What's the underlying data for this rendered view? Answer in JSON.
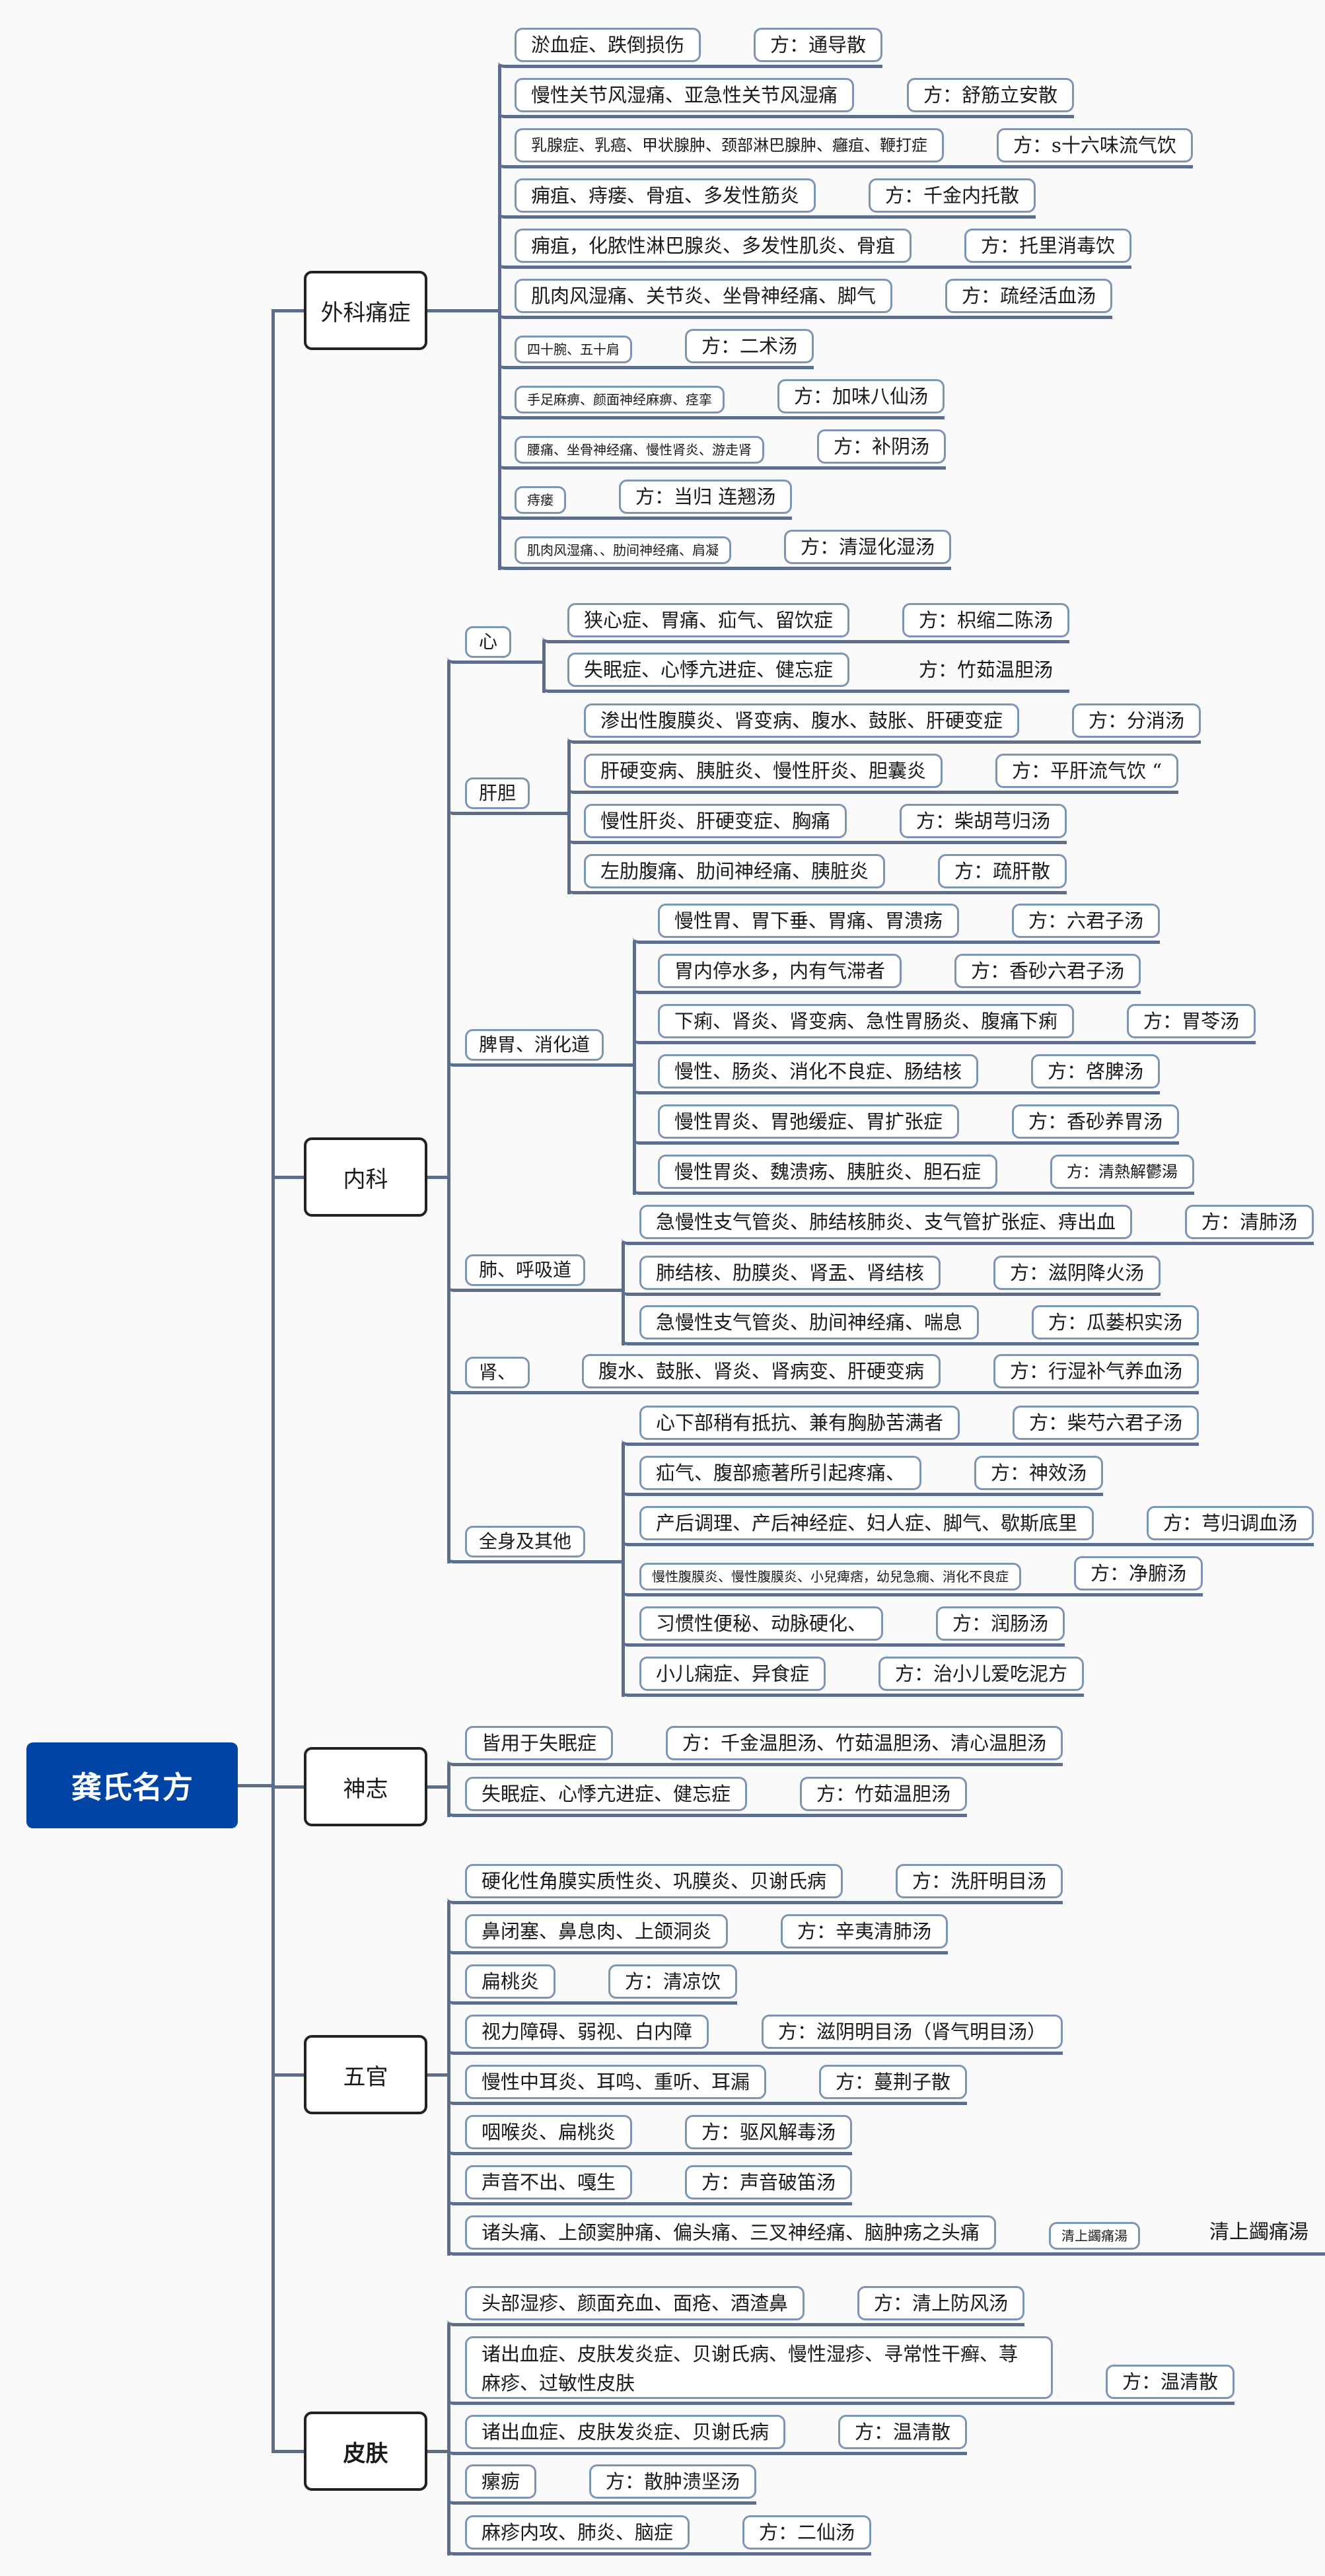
{
  "root": {
    "title": "龚氏名方"
  },
  "colors": {
    "root_bg": "#0044a5",
    "line": "#5d6d8e",
    "node_border": "#7d95b5"
  },
  "categories": [
    {
      "name": "外科痛症",
      "rows": [
        {
          "s": "淤血症、跌倒损伤",
          "f": "方：通导散"
        },
        {
          "s": "慢性关节风湿痛、亚急性关节风湿痛",
          "f": "方：舒筋立安散"
        },
        {
          "s": "乳腺症、乳癌、甲状腺肿、颈部淋巴腺肿、癰疽、鞭打症",
          "f": "方：s十六味流气饮"
        },
        {
          "s": "痈疽、痔瘘、骨疽、多发性筋炎",
          "f": "方：千金内托散"
        },
        {
          "s": "痈疽，化脓性淋巴腺炎、多发性肌炎、骨疽",
          "f": "方：托里消毒饮"
        },
        {
          "s": "肌肉风湿痛、关节炎、坐骨神经痛、脚气",
          "f": "方：疏经活血汤"
        },
        {
          "s": "四十腕、五十肩",
          "f": "方：二术汤"
        },
        {
          "s": "手足麻痹、颜面神经麻痹、痉挛",
          "f": "方：加味八仙汤"
        },
        {
          "s": "腰痛、坐骨神经痛、慢性肾炎、游走肾",
          "f": "方：补阴汤"
        },
        {
          "s": "痔瘘",
          "f": "方：当归 连翘汤"
        },
        {
          "s": "肌肉风湿痛、、肋间神经痛、肩凝",
          "f": "方：清湿化湿汤"
        }
      ]
    },
    {
      "name": "内科",
      "subs": [
        {
          "name": "心",
          "rows": [
            {
              "s": "狭心症、胃痛、疝气、留饮症",
              "f": "方：枳缩二陈汤"
            },
            {
              "s": "失眠症、心悸亢进症、健忘症",
              "f": "方：竹茹温胆汤"
            }
          ]
        },
        {
          "name": "肝胆",
          "rows": [
            {
              "s": "渗出性腹膜炎、肾变病、腹水、鼓胀、肝硬变症",
              "f": "方：分消汤"
            },
            {
              "s": "肝硬变病、胰脏炎、慢性肝炎、胆囊炎",
              "f": "方：平肝流气饮 “"
            },
            {
              "s": "慢性肝炎、肝硬变症、胸痛",
              "f": "方：柴胡芎归汤"
            },
            {
              "s": "左肋腹痛、肋间神经痛、胰脏炎",
              "f": "方：疏肝散"
            }
          ]
        },
        {
          "name": "脾胃、消化道",
          "rows": [
            {
              "s": "慢性胃、胃下垂、胃痛、胃溃疡",
              "f": "方：六君子汤"
            },
            {
              "s": "胃内停水多，内有气滞者",
              "f": "方：香砂六君子汤"
            },
            {
              "s": "下痢、肾炎、肾变病、急性胃肠炎、腹痛下痢",
              "f": "方：胃苓汤"
            },
            {
              "s": "慢性、肠炎、消化不良症、肠结核",
              "f": "方：啓脾汤"
            },
            {
              "s": "慢性胃炎、胃弛缓症、胃扩张症",
              "f": "方：香砂养胃汤"
            },
            {
              "s": "慢性胃炎、魏溃疡、胰脏炎、胆石症",
              "f": "方：清熱解鬱湯"
            }
          ]
        },
        {
          "name": "肺、呼吸道",
          "rows": [
            {
              "s": "急慢性支气管炎、肺结核肺炎、支气管扩张症、痔出血",
              "f": "方：清肺汤"
            },
            {
              "s": "肺结核、肋膜炎、肾盂、肾结核",
              "f": "方：滋阴降火汤"
            },
            {
              "s": "急慢性支气管炎、肋间神经痛、喘息",
              "f": "方：瓜蒌枳实汤"
            }
          ]
        },
        {
          "name": "肾、",
          "rows": [
            {
              "s": "腹水、鼓胀、肾炎、肾病变、肝硬变病",
              "f": "方：行湿补气养血汤"
            }
          ]
        },
        {
          "name": "全身及其他",
          "rows": [
            {
              "s": "心下部稍有抵抗、兼有胸胁苦满者",
              "f": "方：柴芍六君子汤"
            },
            {
              "s": "疝气、腹部癒著所引起疼痛、",
              "f": "方：神效汤"
            },
            {
              "s": "产后调理、产后神经症、妇人症、脚气、歇斯底里",
              "f": "方：芎归调血汤"
            },
            {
              "s": "慢性腹膜炎、慢性腹膜炎、小兒痺痞，幼兒急癇、消化不良症",
              "f": "方：净腑汤"
            },
            {
              "s": "习惯性便秘、动脉硬化、",
              "f": "方：润肠汤"
            },
            {
              "s": "小儿痫症、异食症",
              "f": "方：治小儿爱吃泥方"
            }
          ]
        }
      ]
    },
    {
      "name": "神志",
      "rows": [
        {
          "s": "皆用于失眠症",
          "f": "方：千金温胆汤、竹茹温胆汤、清心温胆汤"
        },
        {
          "s": "失眠症、心悸亢进症、健忘症",
          "f": "方：竹茹温胆汤"
        }
      ]
    },
    {
      "name": "五官",
      "rows": [
        {
          "s": "硬化性角膜实质性炎、巩膜炎、贝谢氏病",
          "f": "方：洗肝明目汤"
        },
        {
          "s": "鼻闭塞、鼻息肉、上颌洞炎",
          "f": "方：辛夷清肺汤"
        },
        {
          "s": "扁桃炎",
          "f": "方：清凉饮"
        },
        {
          "s": "视力障碍、弱视、白内障",
          "f": "方：滋阴明目汤（肾气明目汤）"
        },
        {
          "s": "慢性中耳炎、耳鸣、重听、耳漏",
          "f": "方：蔓荆子散"
        },
        {
          "s": "咽喉炎、扁桃炎",
          "f": "方：驱风解毒汤"
        },
        {
          "s": "声音不出、嘎生",
          "f": "方：声音破笛汤"
        },
        {
          "s": "诸头痛、上颌窦肿痛、偏头痛、三叉神经痛、脑肿疡之头痛",
          "f": "清上蠲痛湯",
          "extra": "清上蠲痛湯"
        }
      ]
    },
    {
      "name": "皮肤",
      "rows": [
        {
          "s": "头部湿疹、颜面充血、面疮、酒渣鼻",
          "f": "方：清上防风汤"
        },
        {
          "s": "诸出血症、皮肤发炎症、贝谢氏病、慢性湿疹、寻常性干癣、荨麻疹、过敏性皮肤",
          "f": "方：温清散"
        },
        {
          "s": "诸出血症、皮肤发炎症、贝谢氏病",
          "f": "方：温清散"
        },
        {
          "s": "瘰疬",
          "f": "方：散肿溃坚汤"
        },
        {
          "s": "麻疹内攻、肺炎、脑症",
          "f": "方：二仙汤"
        }
      ]
    }
  ]
}
